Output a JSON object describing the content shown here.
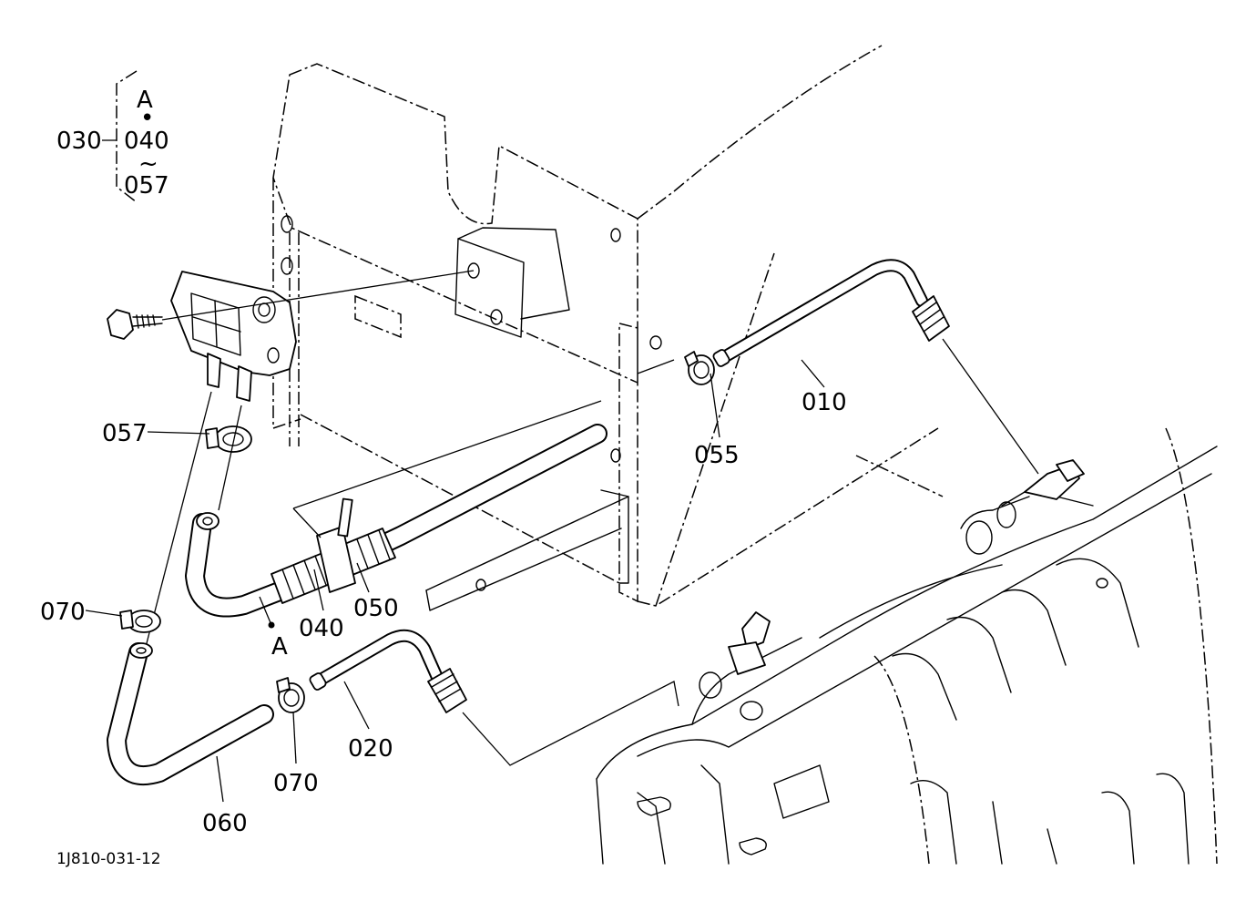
{
  "drawing_code": "1J810-031-12",
  "assembly_callout": {
    "part": "030",
    "lines": [
      "A",
      "•",
      "040",
      "~",
      "057"
    ]
  },
  "callouts": {
    "p010": "010",
    "p020": "020",
    "p040": "040",
    "p050": "050",
    "p055": "055",
    "p057": "057",
    "p060": "060",
    "p070a": "070",
    "p070b": "070",
    "pA": "A"
  }
}
